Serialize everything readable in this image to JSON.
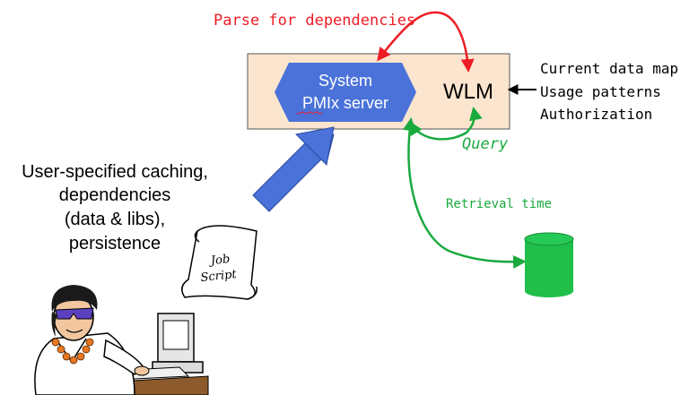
{
  "labels": {
    "parse": "Parse for dependencies",
    "system_line1": "System",
    "system_line2": "PMIx server",
    "wlm": "WLM",
    "query": "Query",
    "retrieval": "Retrieval time",
    "wlm_inputs": [
      "Current data map",
      "Usage patterns",
      "Authorization"
    ],
    "user_spec": [
      "User-specified caching,",
      "dependencies",
      "(data & libs),",
      "persistence"
    ],
    "script_line1": "Job",
    "script_line2": "Script"
  },
  "colors": {
    "box_fill": "#fbe5cf",
    "hex_fill": "#4a72d9",
    "red_arrow": "#ee1c25",
    "green_arrow": "#1aaa3e",
    "blue_arrow": "#4a72d9",
    "cylinder": "#1fbf4a"
  }
}
